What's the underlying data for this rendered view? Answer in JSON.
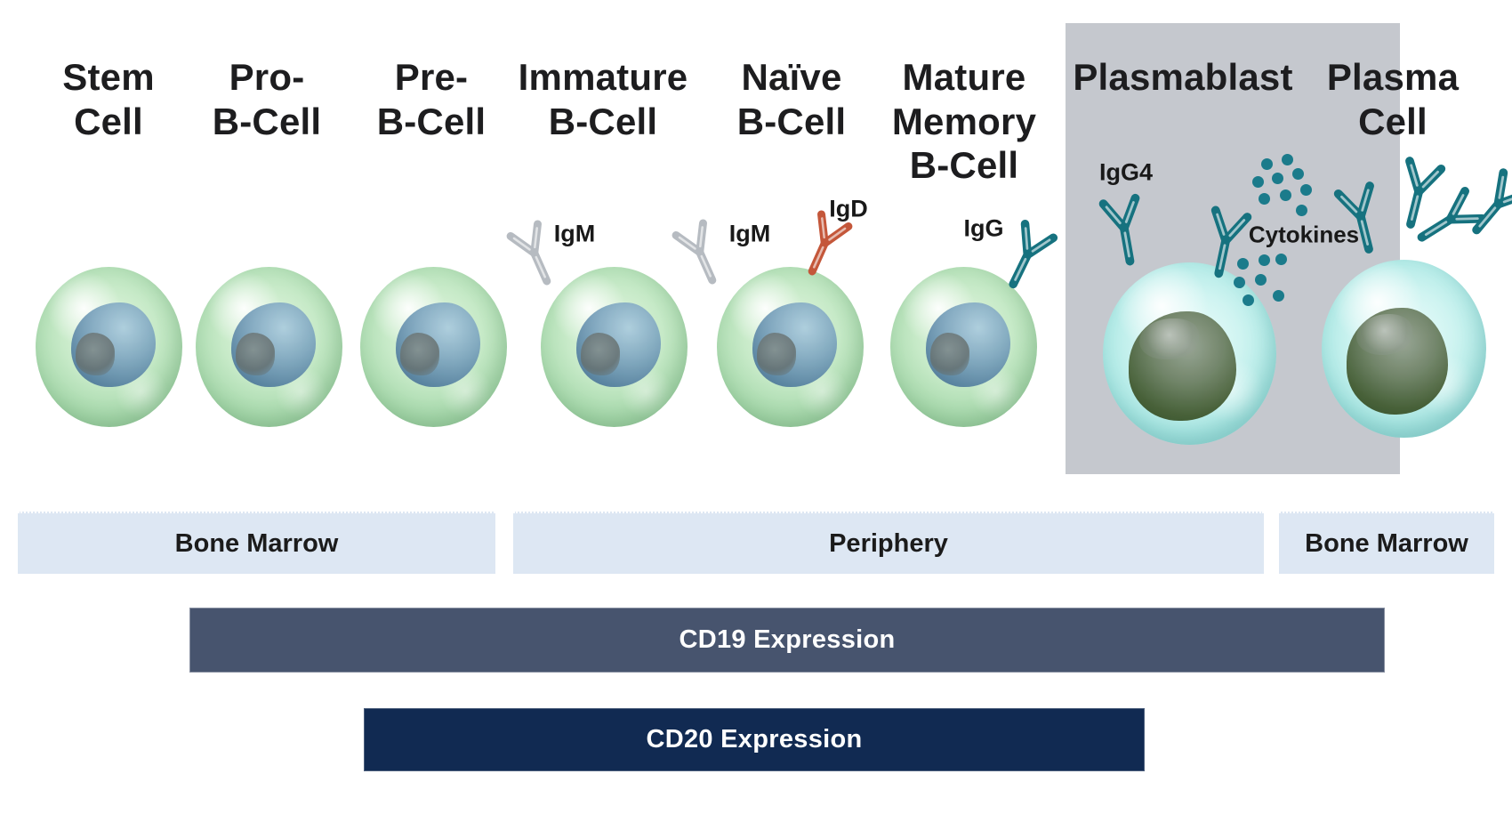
{
  "stages": [
    {
      "lines": [
        "Stem",
        "Cell"
      ]
    },
    {
      "lines": [
        "Pro-",
        "B-Cell"
      ]
    },
    {
      "lines": [
        "Pre-",
        "B-Cell"
      ]
    },
    {
      "lines": [
        "Immature",
        "B-Cell"
      ]
    },
    {
      "lines": [
        "Naïve",
        "B-Cell"
      ]
    },
    {
      "lines": [
        "Mature",
        "Memory",
        "B-Cell"
      ]
    },
    {
      "lines": [
        "Plasmablast"
      ]
    },
    {
      "lines": [
        "Plasma",
        "Cell"
      ]
    }
  ],
  "antibody_labels": {
    "immature_igm": "IgM",
    "naive_igm": "IgM",
    "naive_igd": "IgD",
    "memory_igg": "IgG",
    "plasmablast_igg4": "IgG4",
    "cytokines": "Cytokines"
  },
  "location_bars": [
    {
      "label": "Bone Marrow"
    },
    {
      "label": "Periphery"
    },
    {
      "label": "Bone Marrow"
    }
  ],
  "expression_bars": [
    {
      "label": "CD19 Expression"
    },
    {
      "label": "CD20 Expression"
    }
  ],
  "colors": {
    "highlight_box": "#c5c8ce",
    "location_bar": "#dde7f3",
    "cd19_bar": "#47546e",
    "cd20_bar": "#112a52",
    "antibody_teal": "#16727f",
    "antibody_gray": "#b6bbc1",
    "antibody_orange": "#c4573a",
    "cytokine_dot": "#1b7b8b",
    "cell_green": "#a4d7a9",
    "cell_teal": "#a9e7e3",
    "text_dark": "#1d1d1f",
    "bar_text_light": "#ffffff"
  }
}
